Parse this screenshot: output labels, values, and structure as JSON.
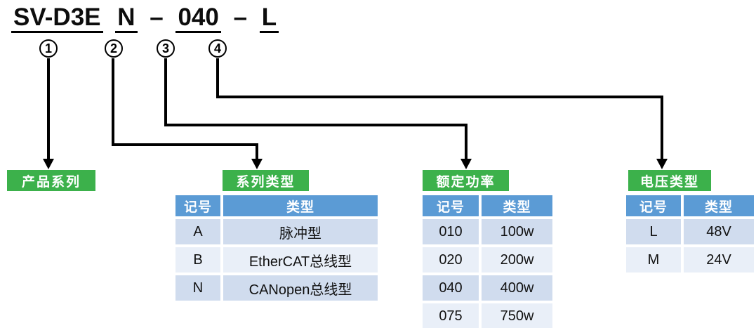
{
  "model_code": {
    "series": "SV-D3E",
    "type": "N",
    "power": "040",
    "voltage": "L",
    "separator": "–"
  },
  "callouts": {
    "one": "1",
    "two": "2",
    "three": "3",
    "four": "4"
  },
  "sections": {
    "product_series": {
      "label": "产品系列"
    },
    "series_type": {
      "label": "系列类型",
      "headers": {
        "code": "记号",
        "type": "类型"
      },
      "rows": [
        {
          "code": "A",
          "type": "脉冲型"
        },
        {
          "code": "B",
          "type": "EtherCAT总线型"
        },
        {
          "code": "N",
          "type": "CANopen总线型"
        }
      ]
    },
    "rated_power": {
      "label": "额定功率",
      "headers": {
        "code": "记号",
        "type": "类型"
      },
      "rows": [
        {
          "code": "010",
          "type": "100w"
        },
        {
          "code": "020",
          "type": "200w"
        },
        {
          "code": "040",
          "type": "400w"
        },
        {
          "code": "075",
          "type": "750w"
        }
      ]
    },
    "voltage_type": {
      "label": "电压类型",
      "headers": {
        "code": "记号",
        "type": "类型"
      },
      "rows": [
        {
          "code": "L",
          "type": "48V"
        },
        {
          "code": "M",
          "type": "24V"
        }
      ]
    }
  },
  "colors": {
    "label_green": "#3CB14B",
    "header_blue": "#5B9BD5",
    "row_band_dark": "#D0DCEE",
    "row_band_light": "#E9EFF8",
    "connector_black": "#000000"
  }
}
